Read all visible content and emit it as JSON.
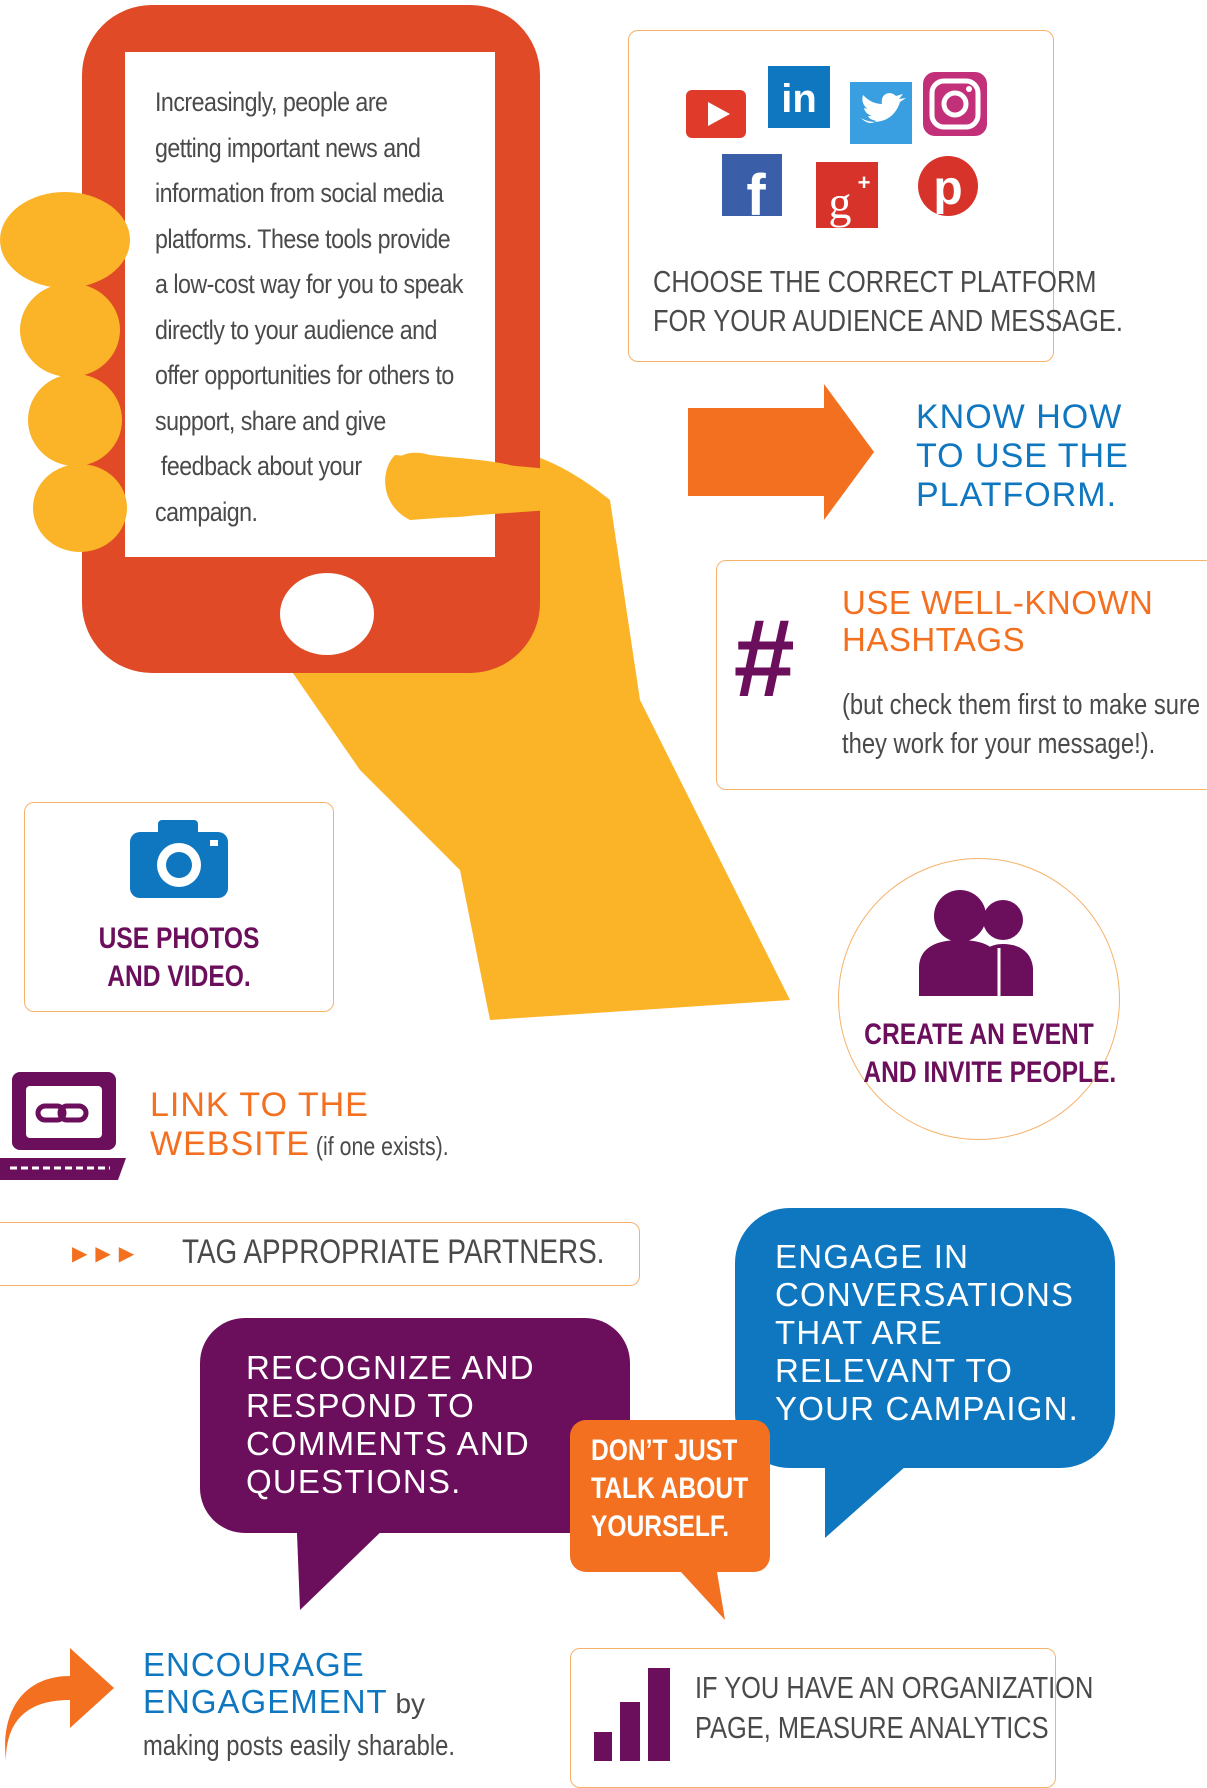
{
  "phone": {
    "lines": [
      "Increasingly, people are",
      "getting important news and",
      "information from social media",
      "platforms. These tools provide",
      "a low-cost way for you to speak",
      "directly to your audience and",
      "offer opportunities for others to",
      "support, share and give",
      " feedback about your",
      "campaign."
    ]
  },
  "platform": {
    "line1": "CHOOSE THE CORRECT PLATFORM",
    "line2": "FOR YOUR AUDIENCE AND MESSAGE.",
    "icons": [
      "youtube-icon",
      "linkedin-icon",
      "twitter-icon",
      "instagram-icon",
      "facebook-icon",
      "google-plus-icon",
      "pinterest-icon"
    ]
  },
  "know": {
    "line1": "KNOW HOW",
    "line2": "TO USE THE",
    "line3": "PLATFORM."
  },
  "hashtag": {
    "symbol": "#",
    "title1": "USE WELL-KNOWN",
    "title2": "HASHTAGS",
    "note1": "(but check them first to make sure",
    "note2": "they work for your message!)."
  },
  "photos": {
    "line1": "USE PHOTOS",
    "line2": "AND VIDEO."
  },
  "event": {
    "line1": "CREATE AN EVENT",
    "line2": "AND INVITE PEOPLE."
  },
  "link": {
    "line1": "LINK TO THE",
    "line2": "WEBSITE",
    "note": " (if one exists)."
  },
  "tag": {
    "label": "TAG APPROPRIATE PARTNERS."
  },
  "engage": {
    "lines": [
      "ENGAGE IN",
      "CONVERSATIONS",
      "THAT ARE",
      "RELEVANT TO",
      "YOUR CAMPAIGN."
    ]
  },
  "recognize": {
    "lines": [
      "RECOGNIZE AND",
      "RESPOND TO",
      "COMMENTS AND",
      "QUESTIONS."
    ]
  },
  "dont": {
    "lines": [
      "DON’T JUST",
      "TALK ABOUT",
      "YOURSELF."
    ]
  },
  "encourage": {
    "line1": "ENCOURAGE",
    "line2": "ENGAGEMENT",
    "note": " by",
    "line3": "making posts easily sharable."
  },
  "analytics": {
    "line1": "IF YOU HAVE AN ORGANIZATION",
    "line2": "PAGE, MEASURE ANALYTICS"
  },
  "colors": {
    "orange": "#f37021",
    "red": "#e04a26",
    "yellow": "#fbb328",
    "blue": "#0f76c0",
    "purple": "#6b0f5c"
  }
}
